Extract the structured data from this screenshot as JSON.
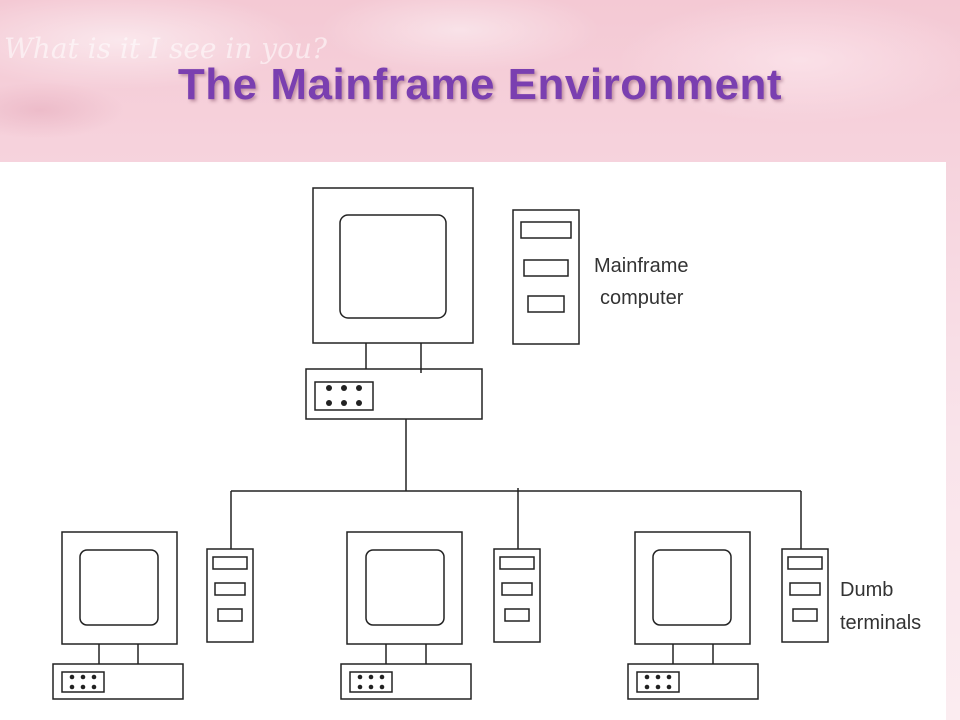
{
  "slide": {
    "title": "The Mainframe Environment",
    "background_text": "What is it I see in you?",
    "background_text_2": "",
    "background_text_3": ""
  },
  "diagram": {
    "mainframe_label_line1": "Mainframe",
    "mainframe_label_line2": "computer",
    "terminals_label_line1": "Dumb",
    "terminals_label_line2": "terminals"
  },
  "colors": {
    "title": "#7a3fb0",
    "background": "#f6d2dc",
    "panel": "#ffffff",
    "line": "#222222"
  }
}
